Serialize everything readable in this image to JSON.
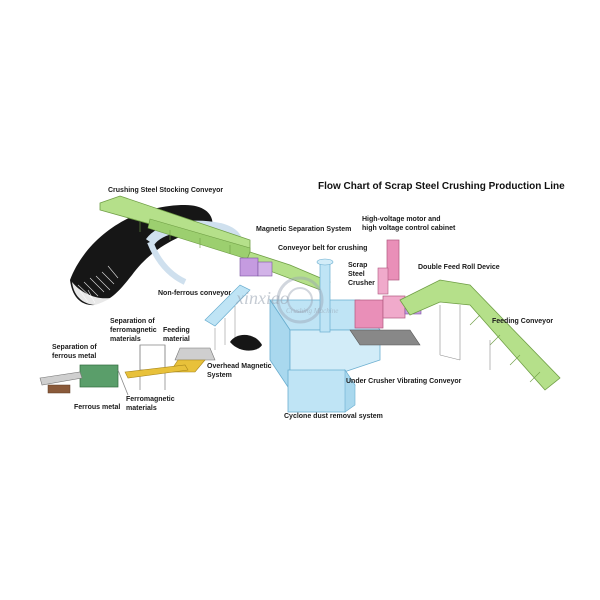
{
  "title": "Flow Chart of Scrap Steel Crushing Production Line",
  "labels": {
    "stocking_conveyor": "Crushing Steel Stocking Conveyor",
    "magnetic_separation": "Magnetic Separation System",
    "hv_motor_line1": "High-voltage motor and",
    "hv_motor_line2": "high voltage control cabinet",
    "conveyor_belt_crushing": "Conveyor belt for crushing",
    "scrap_line1": "Scrap",
    "scrap_line2": "Steel",
    "scrap_line3": "Crusher",
    "double_feed_roll": "Double Feed Roll Device",
    "non_ferrous_conveyor": "Non-ferrous conveyor",
    "sep_ferro_line1": "Separation of",
    "sep_ferro_line2": "ferromagnetic",
    "sep_ferro_line3": "materials",
    "feeding_material_line1": "Feeding",
    "feeding_material_line2": "material",
    "feeding_conveyor": "Feeding Conveyor",
    "sep_ferrous_line1": "Separation of",
    "sep_ferrous_line2": "ferrous metal",
    "overhead_line1": "Overhead Magnetic",
    "overhead_line2": "System",
    "under_crusher_conveyor": "Under Crusher Vibrating Conveyor",
    "ferrous_metal": "Ferrous metal",
    "ferromagnetic_line1": "Ferromagnetic",
    "ferromagnetic_line2": "materials",
    "cyclone": "Cyclone dust removal system"
  },
  "watermark": {
    "main": "xinxiao",
    "sub": "Crushing Machine"
  },
  "colors": {
    "conveyor_green": "#b5e08a",
    "conveyor_edge": "#6f9e45",
    "equipment_blue": "#bfe4f5",
    "equipment_edge": "#6aaed0",
    "crusher_pink": "#e98fb8",
    "crusher_purple": "#c59be0",
    "scrap_pile": "#161616",
    "frame_gray": "#8c8c8c",
    "feeder_yellow": "#e8c13a"
  }
}
